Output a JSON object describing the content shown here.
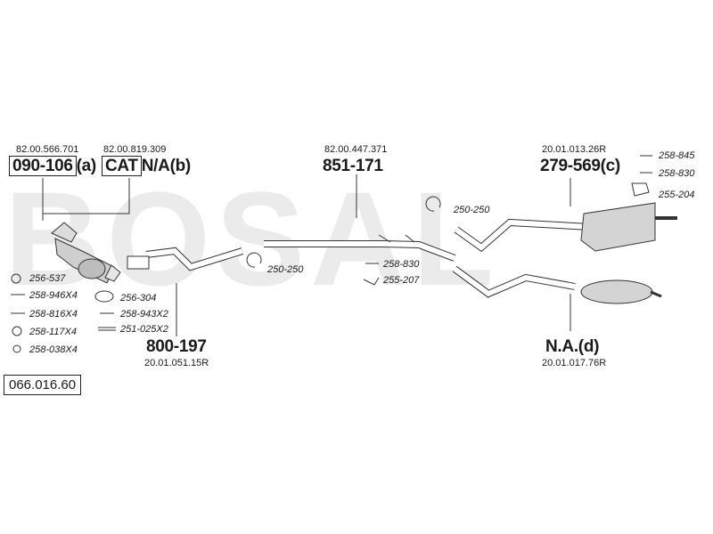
{
  "watermark": "BOSAL",
  "catalog_number": "066.016.60",
  "parts": {
    "front_pipe": {
      "oem": "82.00.566.701",
      "part_no": "090-106",
      "suffix": "(a)"
    },
    "catalyst": {
      "oem": "82.00.819.309",
      "part_no": "CAT",
      "suffix": "N/A(b)"
    },
    "middle_pipe": {
      "oem": "82.00.447.371",
      "part_no": "851-171"
    },
    "rear_silencer": {
      "oem": "20.01.013.26R",
      "part_no": "279-569",
      "suffix": "(c)"
    },
    "intermediate_pipe": {
      "oem": "20.01.051.15R",
      "part_no": "800-197"
    },
    "alt_rear_silencer": {
      "oem": "20.01.017.76R",
      "part_no": "N.A.(d)"
    }
  },
  "accessories": {
    "left": [
      "256-537",
      "258-946X4",
      "258-816X4",
      "258-117X4",
      "258-038X4"
    ],
    "center_left": [
      "256-304",
      "258-943X2",
      "251-025X2"
    ],
    "clamp_1": "250-250",
    "center": [
      "258-830",
      "255-207"
    ],
    "clamp_2": "250-250",
    "right": [
      "258-845",
      "258-830",
      "255-204"
    ]
  }
}
